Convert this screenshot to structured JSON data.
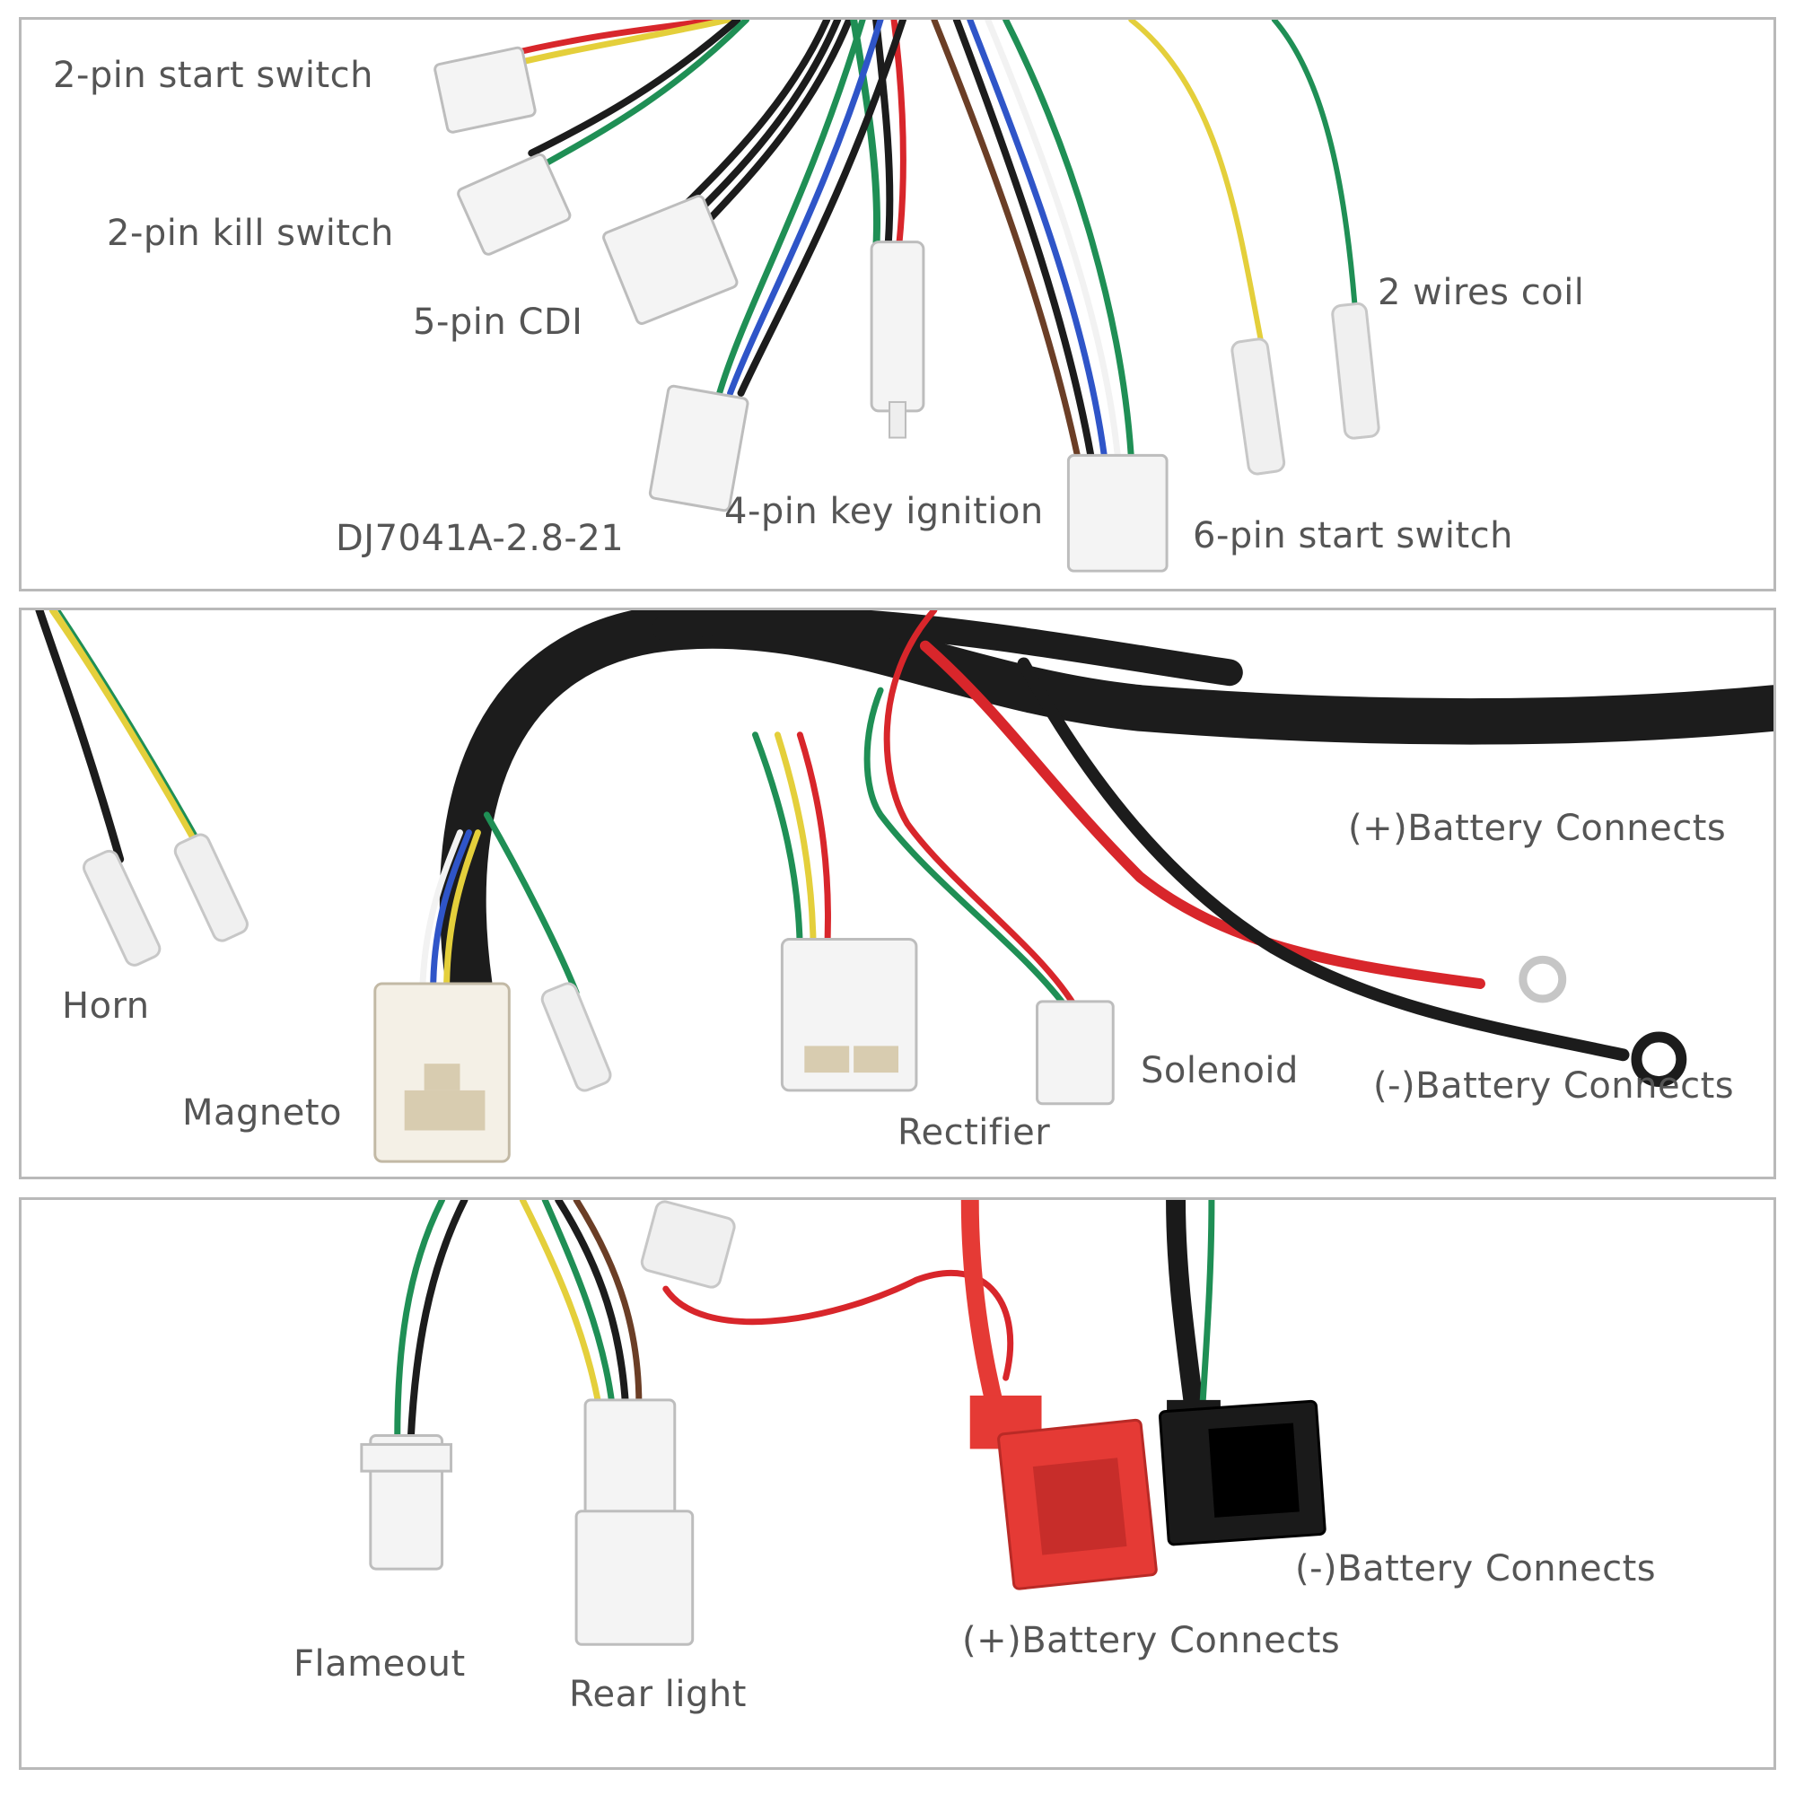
{
  "panels": [
    {
      "labels": {
        "start_switch_2pin": "2-pin start switch",
        "kill_switch_2pin": "2-pin kill switch",
        "cdi_5pin": "5-pin CDI",
        "coil_2wires": "2 wires coil",
        "dj7041a": "DJ7041A-2.8-21",
        "key_ignition_4pin": "4-pin key ignition",
        "start_switch_6pin": "6-pin start switch"
      }
    },
    {
      "labels": {
        "battery_positive": "(+)Battery Connects",
        "horn": "Horn",
        "solenoid": "Solenoid",
        "battery_negative": "(-)Battery Connects",
        "magneto": "Magneto",
        "rectifier": "Rectifier"
      }
    },
    {
      "labels": {
        "battery_negative": "(-)Battery Connects",
        "battery_positive": "(+)Battery Connects",
        "flameout": "Flameout",
        "rear_light": "Rear light"
      }
    }
  ],
  "colors": {
    "wire_black": "#1c1c1c",
    "wire_red": "#d8262b",
    "wire_green": "#1f8f55",
    "wire_yellow": "#e4cf3b",
    "wire_blue": "#2f55c8",
    "wire_brown": "#6b3e26",
    "wire_white": "#f2f2f2",
    "connector_white": "#f4f4f4",
    "connector_red": "#e53a35",
    "connector_black": "#1a1a1a",
    "label_text": "#555555",
    "panel_border": "#b9b9b9"
  }
}
